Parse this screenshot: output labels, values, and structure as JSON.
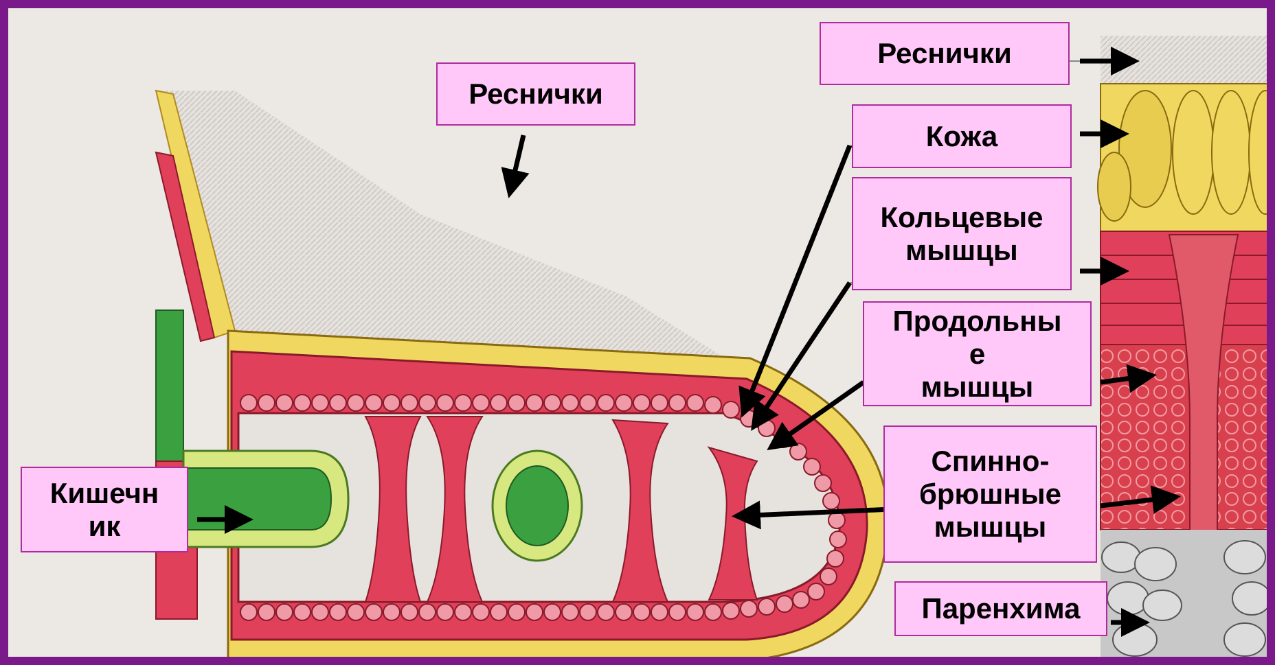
{
  "labels": {
    "cilia_left": "Реснички",
    "cilia_right": "Реснички",
    "skin": "Кожа",
    "circular_muscles": "Кольцевые\nмышцы",
    "longitudinal_muscles": "Продольны\nе\nмышцы",
    "dorsoventral_muscles": "Спинно-\nбрюшные\nмышцы",
    "intestine": "Кишечн\nик",
    "parenchyma": "Паренхима"
  },
  "colors": {
    "frame": "#7a1a8a",
    "label_fill": "#ffc8f8",
    "label_border": "#b02aa0",
    "muscle_red": "#e0405a",
    "skin_yellow": "#f0d860",
    "intestine_green": "#3aa040",
    "background": "#ece8e4"
  }
}
